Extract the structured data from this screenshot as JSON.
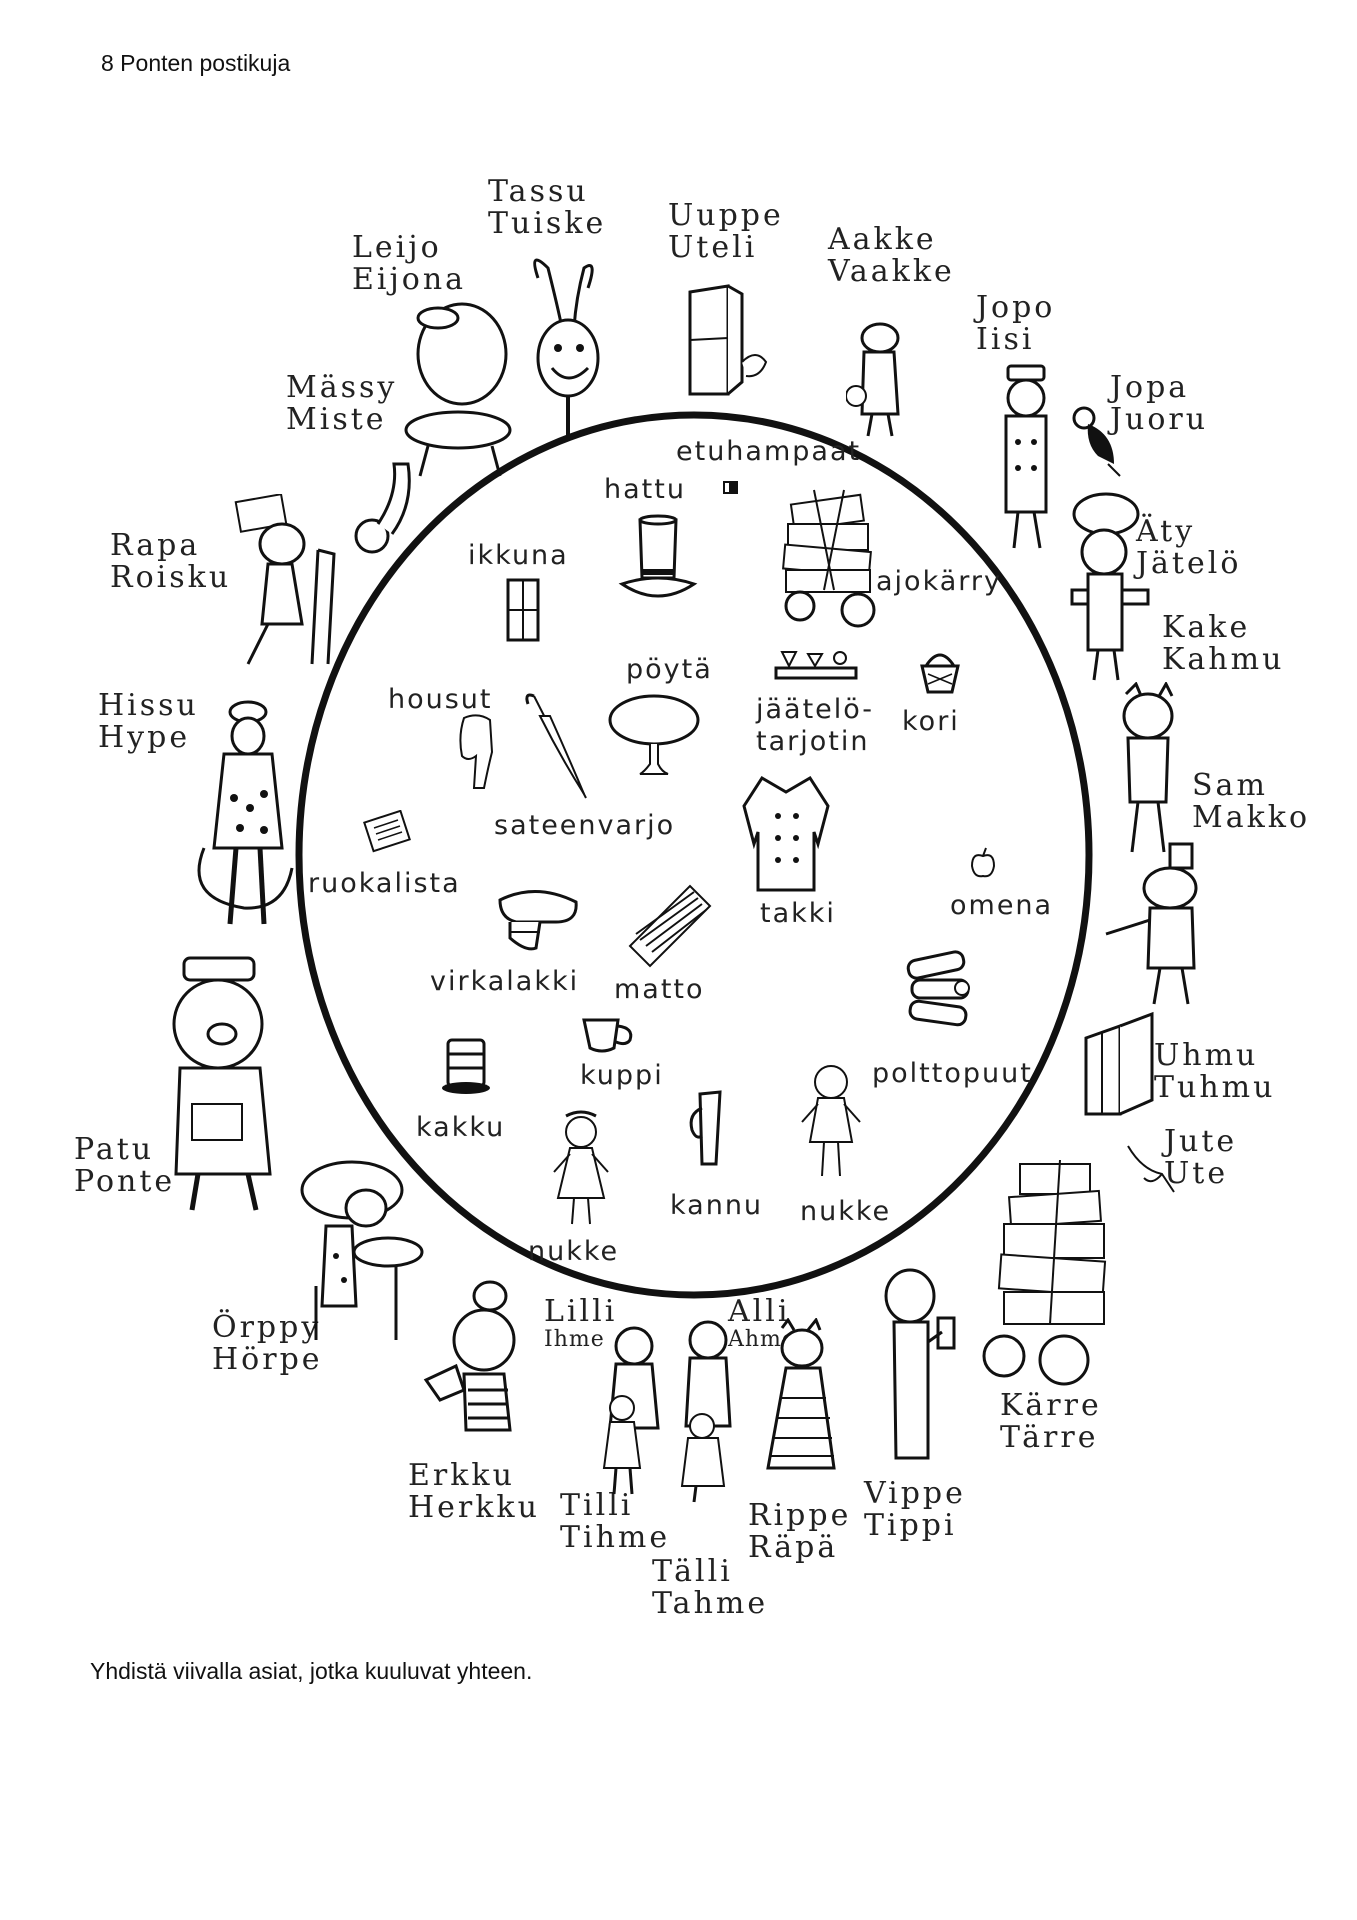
{
  "header": "8 Ponten postikuja",
  "instruction": "Yhdistä viivalla asiat, jotka kuuluvat yhteen.",
  "characters": {
    "tassu": [
      "Tassu",
      "Tuiske"
    ],
    "uuppe": [
      "Uuppe",
      "Uteli"
    ],
    "aakke": [
      "Aakke",
      "Vaakke"
    ],
    "leijo": [
      "Leijo",
      "Eijona"
    ],
    "jopo": [
      "Jopo",
      "Iisi"
    ],
    "jopa": [
      "Jopa",
      "Juoru"
    ],
    "massy": [
      "Mässy",
      "Miste"
    ],
    "aty": [
      "Äty",
      "Jätelö"
    ],
    "rapa": [
      "Rapa",
      "Roisku"
    ],
    "kake": [
      "Kake",
      "Kahmu"
    ],
    "hissu": [
      "Hissu",
      "Hype"
    ],
    "sam": [
      "Sam",
      "Makko"
    ],
    "uhmu": [
      "Uhmu",
      "Tuhmu"
    ],
    "patu": [
      "Patu",
      "Ponte"
    ],
    "jute": [
      "Jute",
      "Ute"
    ],
    "orppy": [
      "Örppy",
      "Hörpe"
    ],
    "lilli": [
      "Lilli",
      "Ihme"
    ],
    "alli": [
      "Alli",
      "Ahme"
    ],
    "karre": [
      "Kärre",
      "Tärre"
    ],
    "erkku": [
      "Erkku",
      "Herkku"
    ],
    "tilli": [
      "Tilli",
      "Tihme"
    ],
    "rippe": [
      "Rippe",
      "Räpä"
    ],
    "vippe": [
      "Vippe",
      "Tippi"
    ],
    "talli": [
      "Tälli",
      "Tahme"
    ]
  },
  "items": {
    "etuhampaat": "etuhampaat",
    "hattu": "hattu",
    "ikkuna": "ikkuna",
    "ajokarry": "ajokärry",
    "poyta": "pöytä",
    "jaatelo": [
      "jäätelö-",
      "tarjotin"
    ],
    "kori": "kori",
    "housut": "housut",
    "sateenvarjo": "sateenvarjo",
    "ruokalista": "ruokalista",
    "takki": "takki",
    "omena": "omena",
    "virkalakki": "virkalakki",
    "matto": "matto",
    "kuppi": "kuppi",
    "polttopuut": "polttopuut",
    "kakku": "kakku",
    "kannu": "kannu",
    "nukke1": "nukke",
    "nukke2": "nukke"
  }
}
